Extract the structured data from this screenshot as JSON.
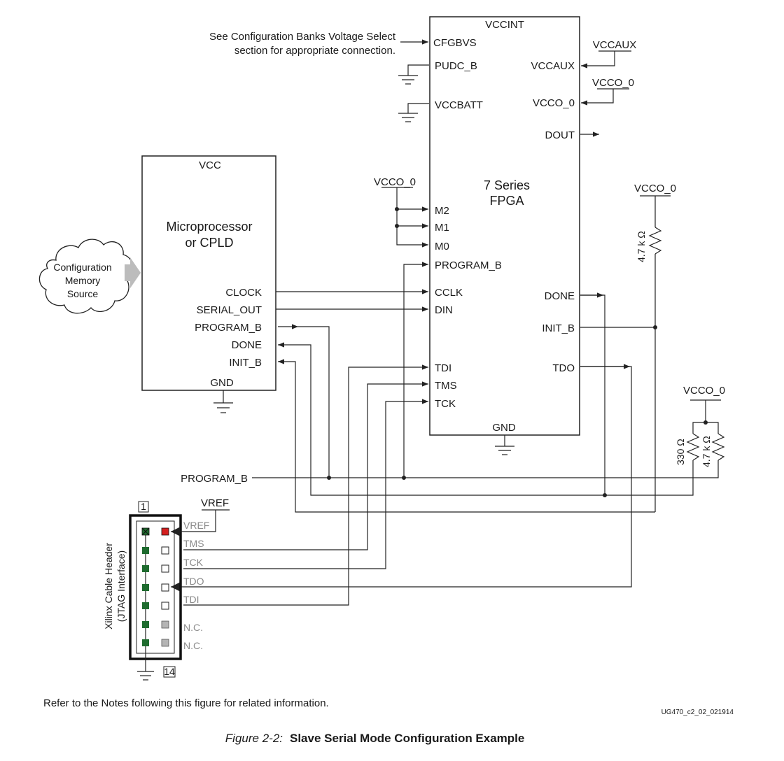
{
  "source_note": {
    "line1": "See Configuration Banks Voltage Select",
    "line2": "section for appropriate connection."
  },
  "fpga": {
    "vccint": "VCCINT",
    "title_line1": "7 Series",
    "title_line2": "FPGA",
    "gnd": "GND",
    "left_pins": {
      "cfgbvs": "CFGBVS",
      "pudc_b": "PUDC_B",
      "vccbatt": "VCCBATT",
      "m2": "M2",
      "m1": "M1",
      "m0": "M0",
      "program_b": "PROGRAM_B",
      "cclk": "CCLK",
      "din": "DIN",
      "tdi": "TDI",
      "tms": "TMS",
      "tck": "TCK"
    },
    "right_pins": {
      "vccaux": "VCCAUX",
      "vcco_0": "VCCO_0",
      "dout": "DOUT",
      "done": "DONE",
      "init_b": "INIT_B",
      "tdo": "TDO"
    }
  },
  "supplies": {
    "vccaux": "VCCAUX",
    "vcco_0": "VCCO_0",
    "vcco_mode": "VCCO_0",
    "vcco_init": "VCCO_0",
    "vcco_done": "VCCO_0",
    "vref": "VREF"
  },
  "mcu": {
    "vcc": "VCC",
    "title_line1": "Microprocessor",
    "title_line2": "or CPLD",
    "gnd": "GND",
    "pins": {
      "clock": "CLOCK",
      "serial_out": "SERIAL_OUT",
      "program_b": "PROGRAM_B",
      "done": "DONE",
      "init_b": "INIT_B"
    }
  },
  "memory_source": {
    "line1": "Configuration",
    "line2": "Memory",
    "line3": "Source"
  },
  "resistors": {
    "init_pullup": "4.7 k Ω",
    "done_330": "330 Ω",
    "done_47k": "4.7 k Ω"
  },
  "program_b_net": "PROGRAM_B",
  "jtag_header": {
    "title_line1": "Xilinx Cable Header",
    "title_line2": "(JTAG Interface)",
    "pin1": "1",
    "pin14": "14",
    "pins": [
      "VREF",
      "TMS",
      "TCK",
      "TDO",
      "TDI",
      "N.C.",
      "N.C."
    ],
    "colors": {
      "ground_pin": "#1e6b2e",
      "vref_pin": "#d42020",
      "nc_pin": "#b4b4b4"
    }
  },
  "footnote": "Refer to the Notes following this figure for related information.",
  "doc_id": "UG470_c2_02_021914",
  "caption": {
    "prefix": "Figure 2-2:",
    "title": "Slave Serial Mode Configuration Example"
  }
}
